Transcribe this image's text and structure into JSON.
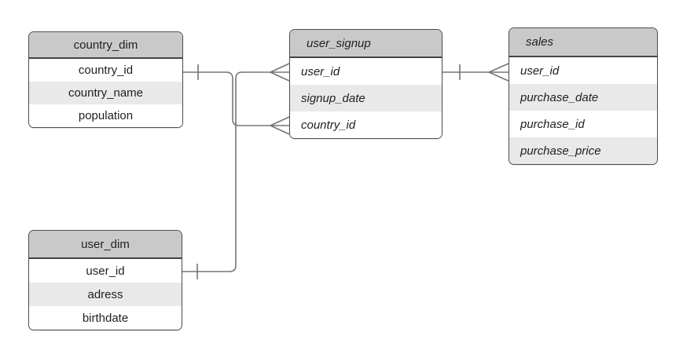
{
  "diagram": {
    "kind": "entity-relationship-diagram",
    "notation": "crows-foot",
    "entities": [
      {
        "name": "country_dim",
        "text_style": "regular-centered",
        "fields": [
          "country_id",
          "country_name",
          "population"
        ]
      },
      {
        "name": "user_signup",
        "text_style": "italic-left",
        "fields": [
          "user_id",
          "signup_date",
          "country_id"
        ]
      },
      {
        "name": "sales",
        "text_style": "italic-left",
        "fields": [
          "user_id",
          "purchase_date",
          "purchase_id",
          "purchase_price"
        ]
      },
      {
        "name": "user_dim",
        "text_style": "regular-centered",
        "fields": [
          "user_id",
          "adress",
          "birthdate"
        ]
      }
    ],
    "relationships": [
      {
        "from": "country_dim.country_id",
        "to": "user_signup.country_id",
        "from_cardinality": "one",
        "to_cardinality": "many"
      },
      {
        "from": "user_dim.user_id",
        "to": "user_signup.user_id",
        "from_cardinality": "one",
        "to_cardinality": "many"
      },
      {
        "from": "user_signup.user_id",
        "to": "sales.user_id",
        "from_cardinality": "one",
        "to_cardinality": "many"
      }
    ],
    "colors": {
      "header_fill": "#c9c9c9",
      "alt_row_fill": "#e9e9e9",
      "row_fill": "#ffffff",
      "border": "#4e4e4e",
      "connector": "#757575",
      "text": "#1f1f1f",
      "background": "#ffffff"
    }
  }
}
